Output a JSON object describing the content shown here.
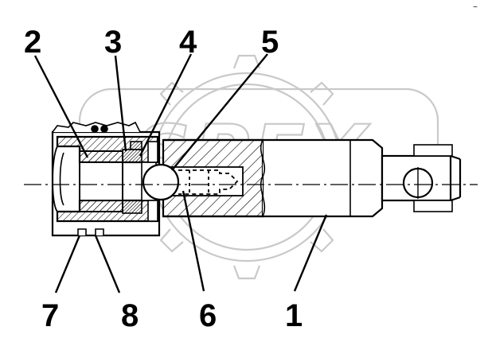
{
  "watermark": {
    "text": "SPEX"
  },
  "corner_mark": "~",
  "callouts": [
    {
      "label": "2",
      "part": "left-inner-sleeve"
    },
    {
      "label": "3",
      "part": "ring-groove"
    },
    {
      "label": "4",
      "part": "spring-seat"
    },
    {
      "label": "5",
      "part": "ball"
    },
    {
      "label": "6",
      "part": "pin-spring-bore"
    },
    {
      "label": "1",
      "part": "main-body"
    },
    {
      "label": "7",
      "part": "nut-notch-left"
    },
    {
      "label": "8",
      "part": "nut-notch-right"
    }
  ],
  "colors": {
    "line": "#000000",
    "watermark": "#c9c9c9",
    "background": "#ffffff"
  }
}
